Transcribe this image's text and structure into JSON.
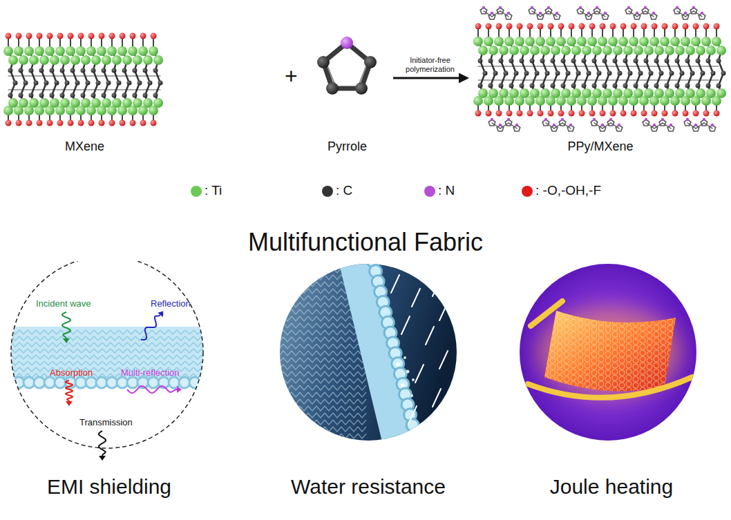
{
  "diagram": {
    "title": "Multifunctional Fabric",
    "nodes": [
      {
        "text": [
          "MXene"
        ]
      },
      {
        "text": [
          "Pyrrole"
        ]
      },
      {
        "text": [
          "PPy/MXene"
        ]
      },
      {
        "text": [
          "Incident wave",
          "Reflection",
          "Absorption",
          "Multi-reflection",
          "Transmission",
          "EMI shielding"
        ]
      },
      {
        "text": [
          "Water resistance"
        ]
      },
      {
        "text": [
          "Joule heating"
        ]
      }
    ],
    "edges": [
      {
        "from": 1,
        "to": 2,
        "arrow": "to",
        "label": "Initiator-free polymerization"
      }
    ],
    "labels": [
      "+"
    ],
    "legend": [
      {
        "text": ": Ti",
        "color": "#6cc957"
      },
      {
        "text": ": C",
        "color": "#333333"
      },
      {
        "text": ": N",
        "color": "#b44fd6"
      },
      {
        "text": ": -O,-OH,-F",
        "color": "#e01b1b"
      }
    ]
  }
}
